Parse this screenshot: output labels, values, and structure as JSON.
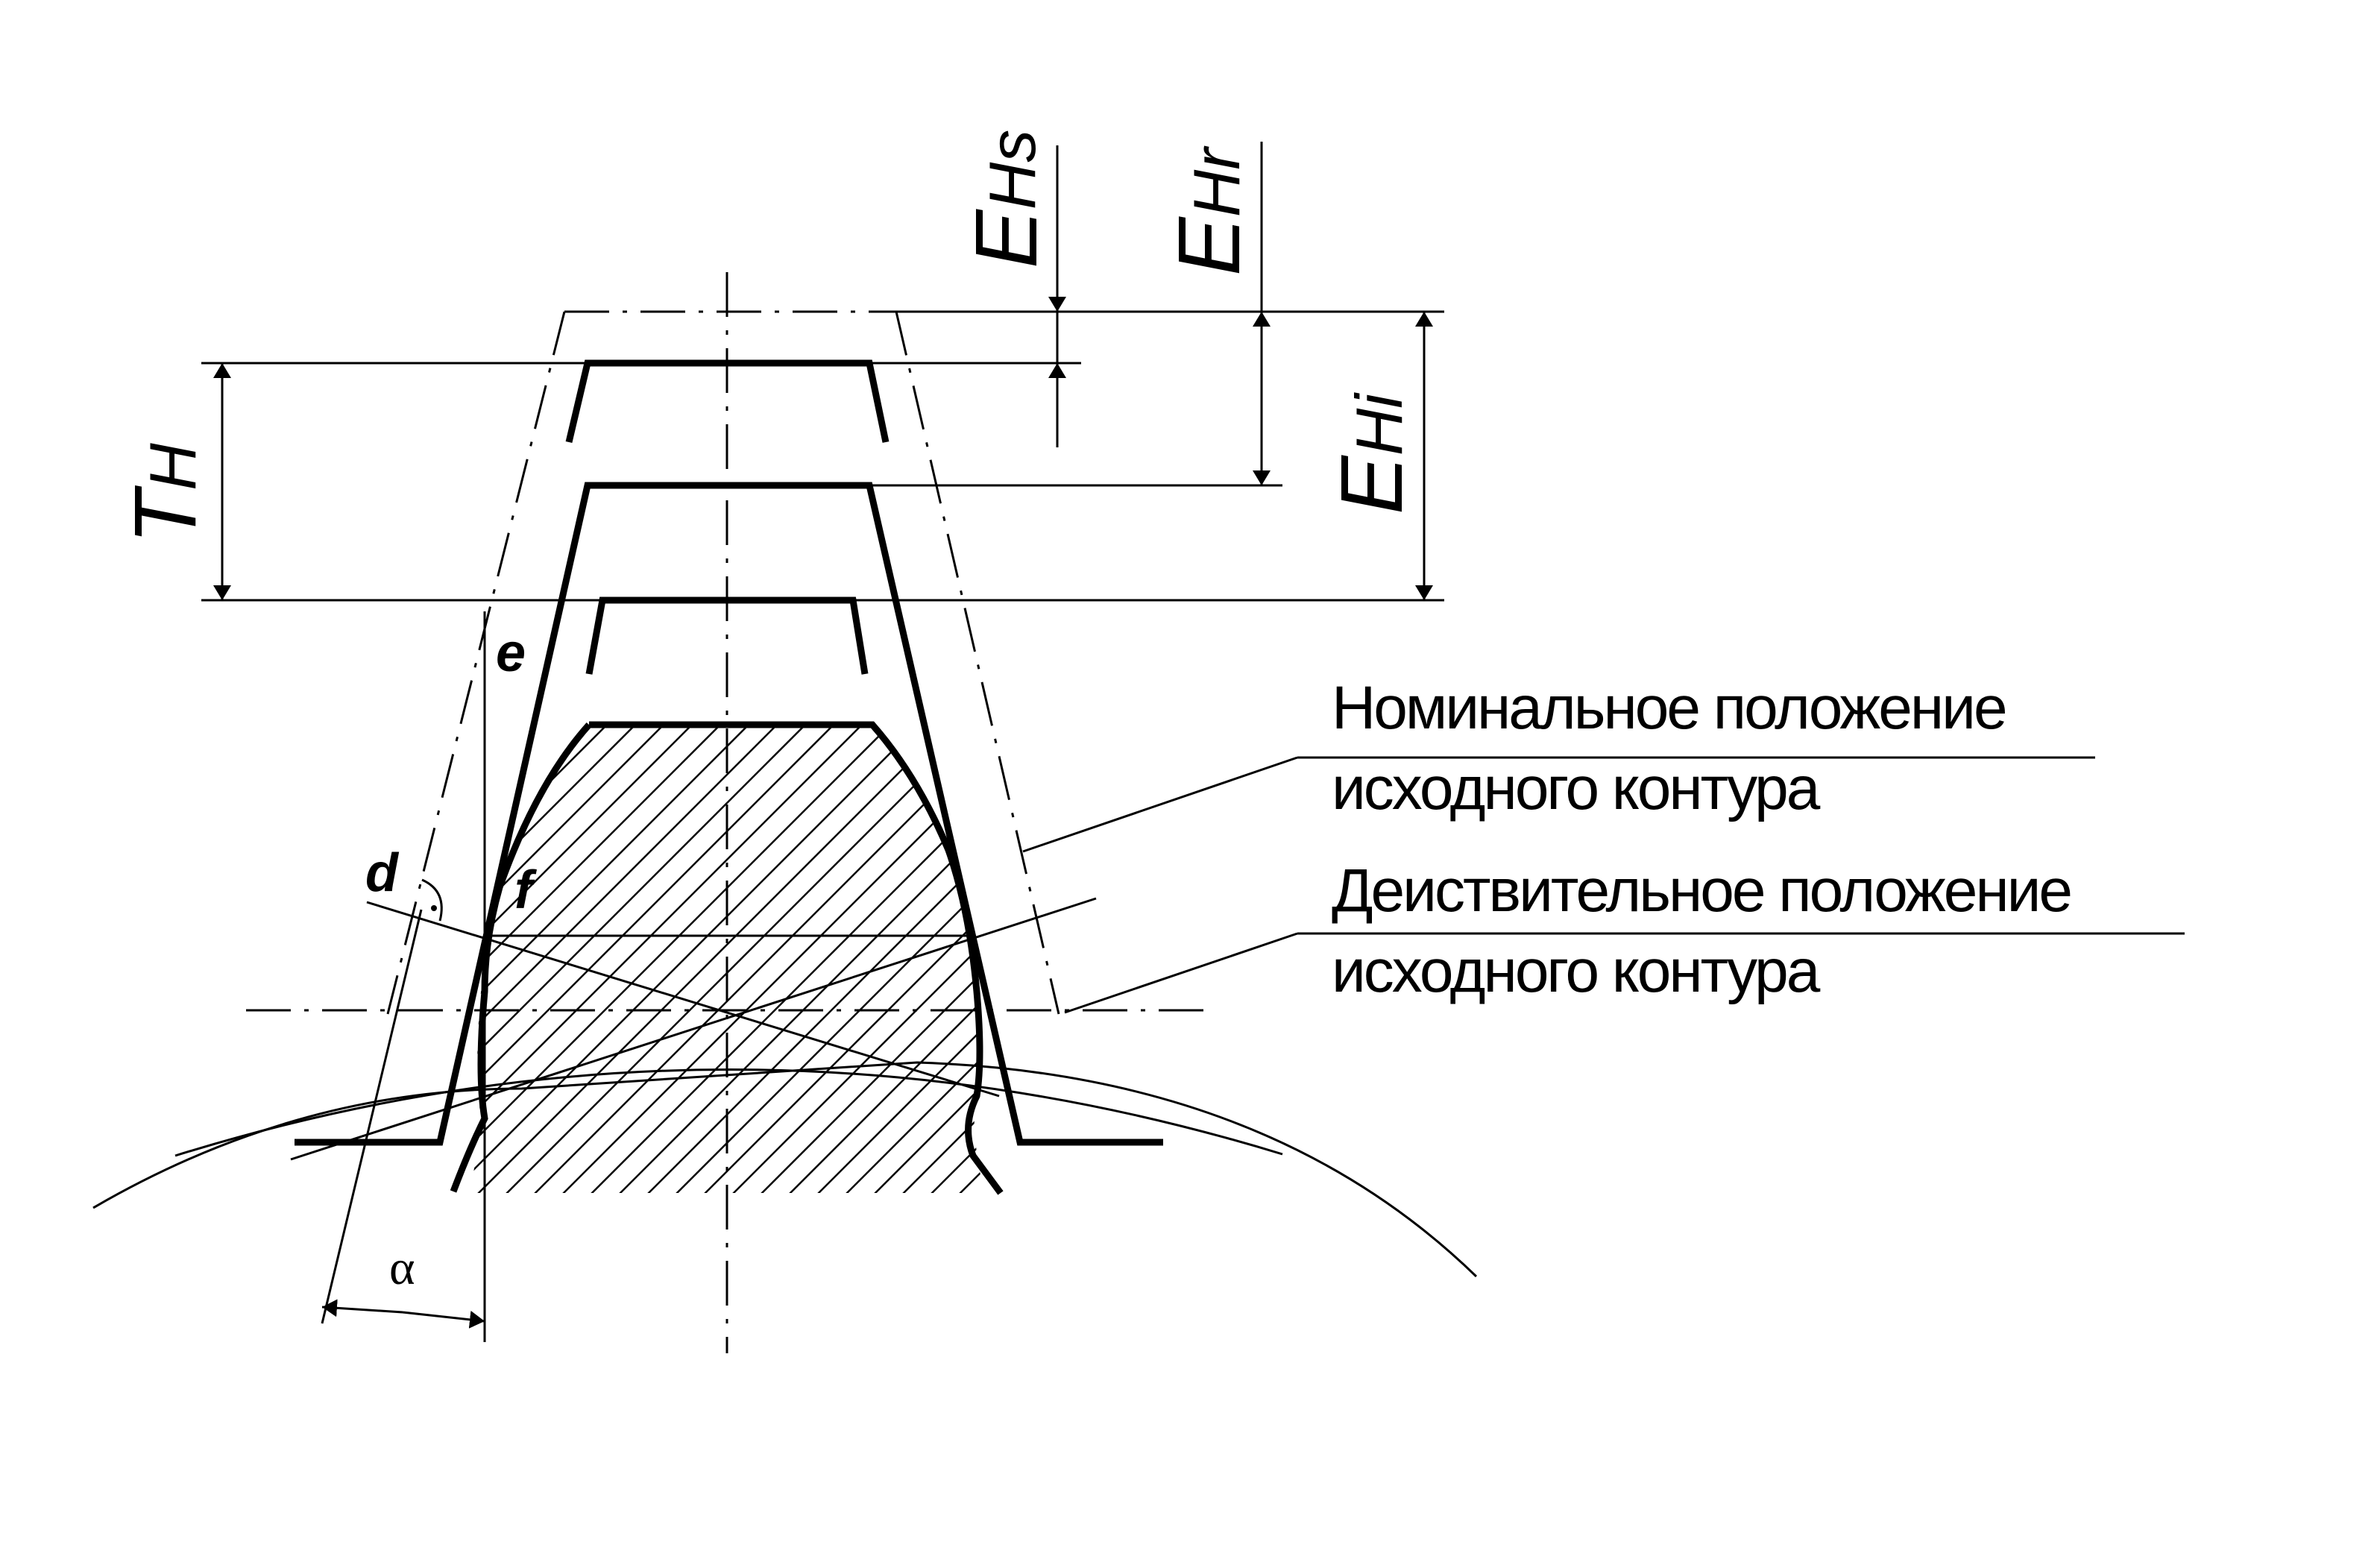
{
  "labels": {
    "e_hs": "EHs",
    "e_hs_main": "E",
    "e_hs_sub": "Hs",
    "e_hr_main": "E",
    "e_hr_sub": "Hr",
    "e_hi_main": "E",
    "e_hi_sub": "Hi",
    "t_h_main": "T",
    "t_h_sub": "H",
    "point_e": "e",
    "point_d": "d",
    "point_f": "f",
    "angle_alpha": "α"
  },
  "notes": {
    "nominal_line1": "Номинальное  положение",
    "nominal_line2": "исходного  контура",
    "actual_line1": "Деиствительное положение",
    "actual_line2": "исходного контура"
  }
}
